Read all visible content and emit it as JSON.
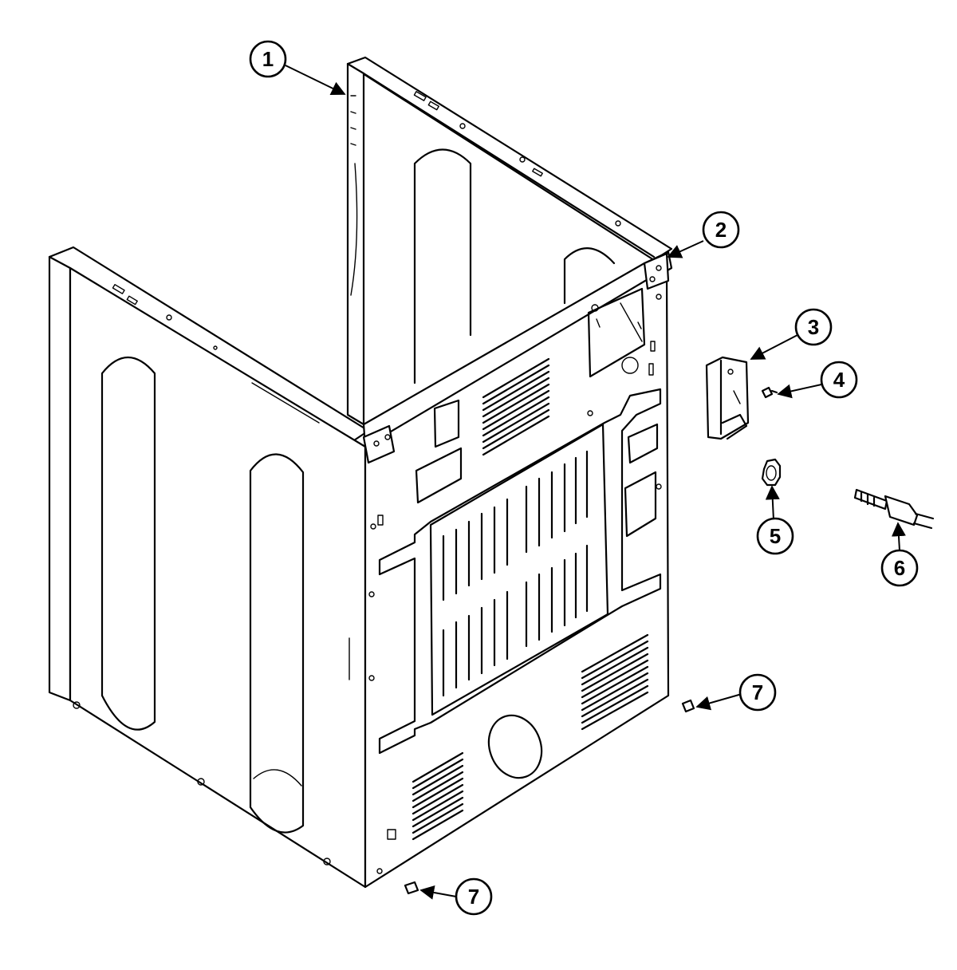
{
  "callouts": [
    {
      "id": "callout-1",
      "label": "1"
    },
    {
      "id": "callout-2",
      "label": "2"
    },
    {
      "id": "callout-3",
      "label": "3"
    },
    {
      "id": "callout-4",
      "label": "4"
    },
    {
      "id": "callout-5",
      "label": "5"
    },
    {
      "id": "callout-6",
      "label": "6"
    },
    {
      "id": "callout-7a",
      "label": "7"
    },
    {
      "id": "callout-7b",
      "label": "7"
    }
  ],
  "colors": {
    "line": "#000000",
    "background": "#ffffff"
  }
}
